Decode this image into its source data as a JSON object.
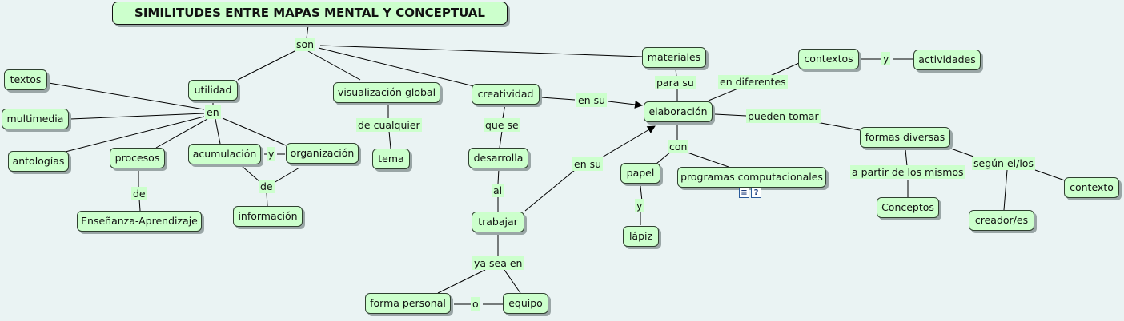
{
  "map": {
    "title": "SIMILITUDES ENTRE MAPAS MENTAL Y CONCEPTUAL",
    "concepts": {
      "utilidad": "utilidad",
      "visualizacion": "visualización global",
      "creatividad": "creatividad",
      "materiales": "materiales",
      "contextos": "contextos",
      "actividades": "actividades",
      "elaboracion": "elaboración",
      "textos": "textos",
      "multimedia": "multimedia",
      "antologias": "antologías",
      "procesos": "procesos",
      "acumulacion": "acumulación",
      "organizacion": "organización",
      "ensenanza": "Enseñanza-Aprendizaje",
      "informacion": "información",
      "tema": "tema",
      "desarrolla": "desarrolla",
      "trabajar": "trabajar",
      "forma_personal": "forma personal",
      "equipo": "equipo",
      "papel": "papel",
      "lapiz": "lápiz",
      "programas": "programas computacionales",
      "formas_diversas": "formas diversas",
      "conceptos": "Conceptos",
      "creadores": "creador/es",
      "contexto": "contexto"
    },
    "links": {
      "son": "son",
      "en": "en",
      "de_procesos": "de",
      "y_acum": "y",
      "de_org": "de",
      "de_cualquier": "de cualquier",
      "que_se": "que se",
      "al": "al",
      "ya_sea_en": "ya sea en",
      "o": "o",
      "en_su_1": "en su",
      "en_su_2": "en su",
      "para_su": "para su",
      "en_diferentes": "en diferentes",
      "y_ctx": "y",
      "pueden_tomar": "pueden tomar",
      "con": "con",
      "y_papel": "y",
      "a_partir": "a partir de los mismos",
      "segun": "según el/los"
    },
    "resource_icons": [
      "document-icon",
      "help-icon"
    ]
  }
}
